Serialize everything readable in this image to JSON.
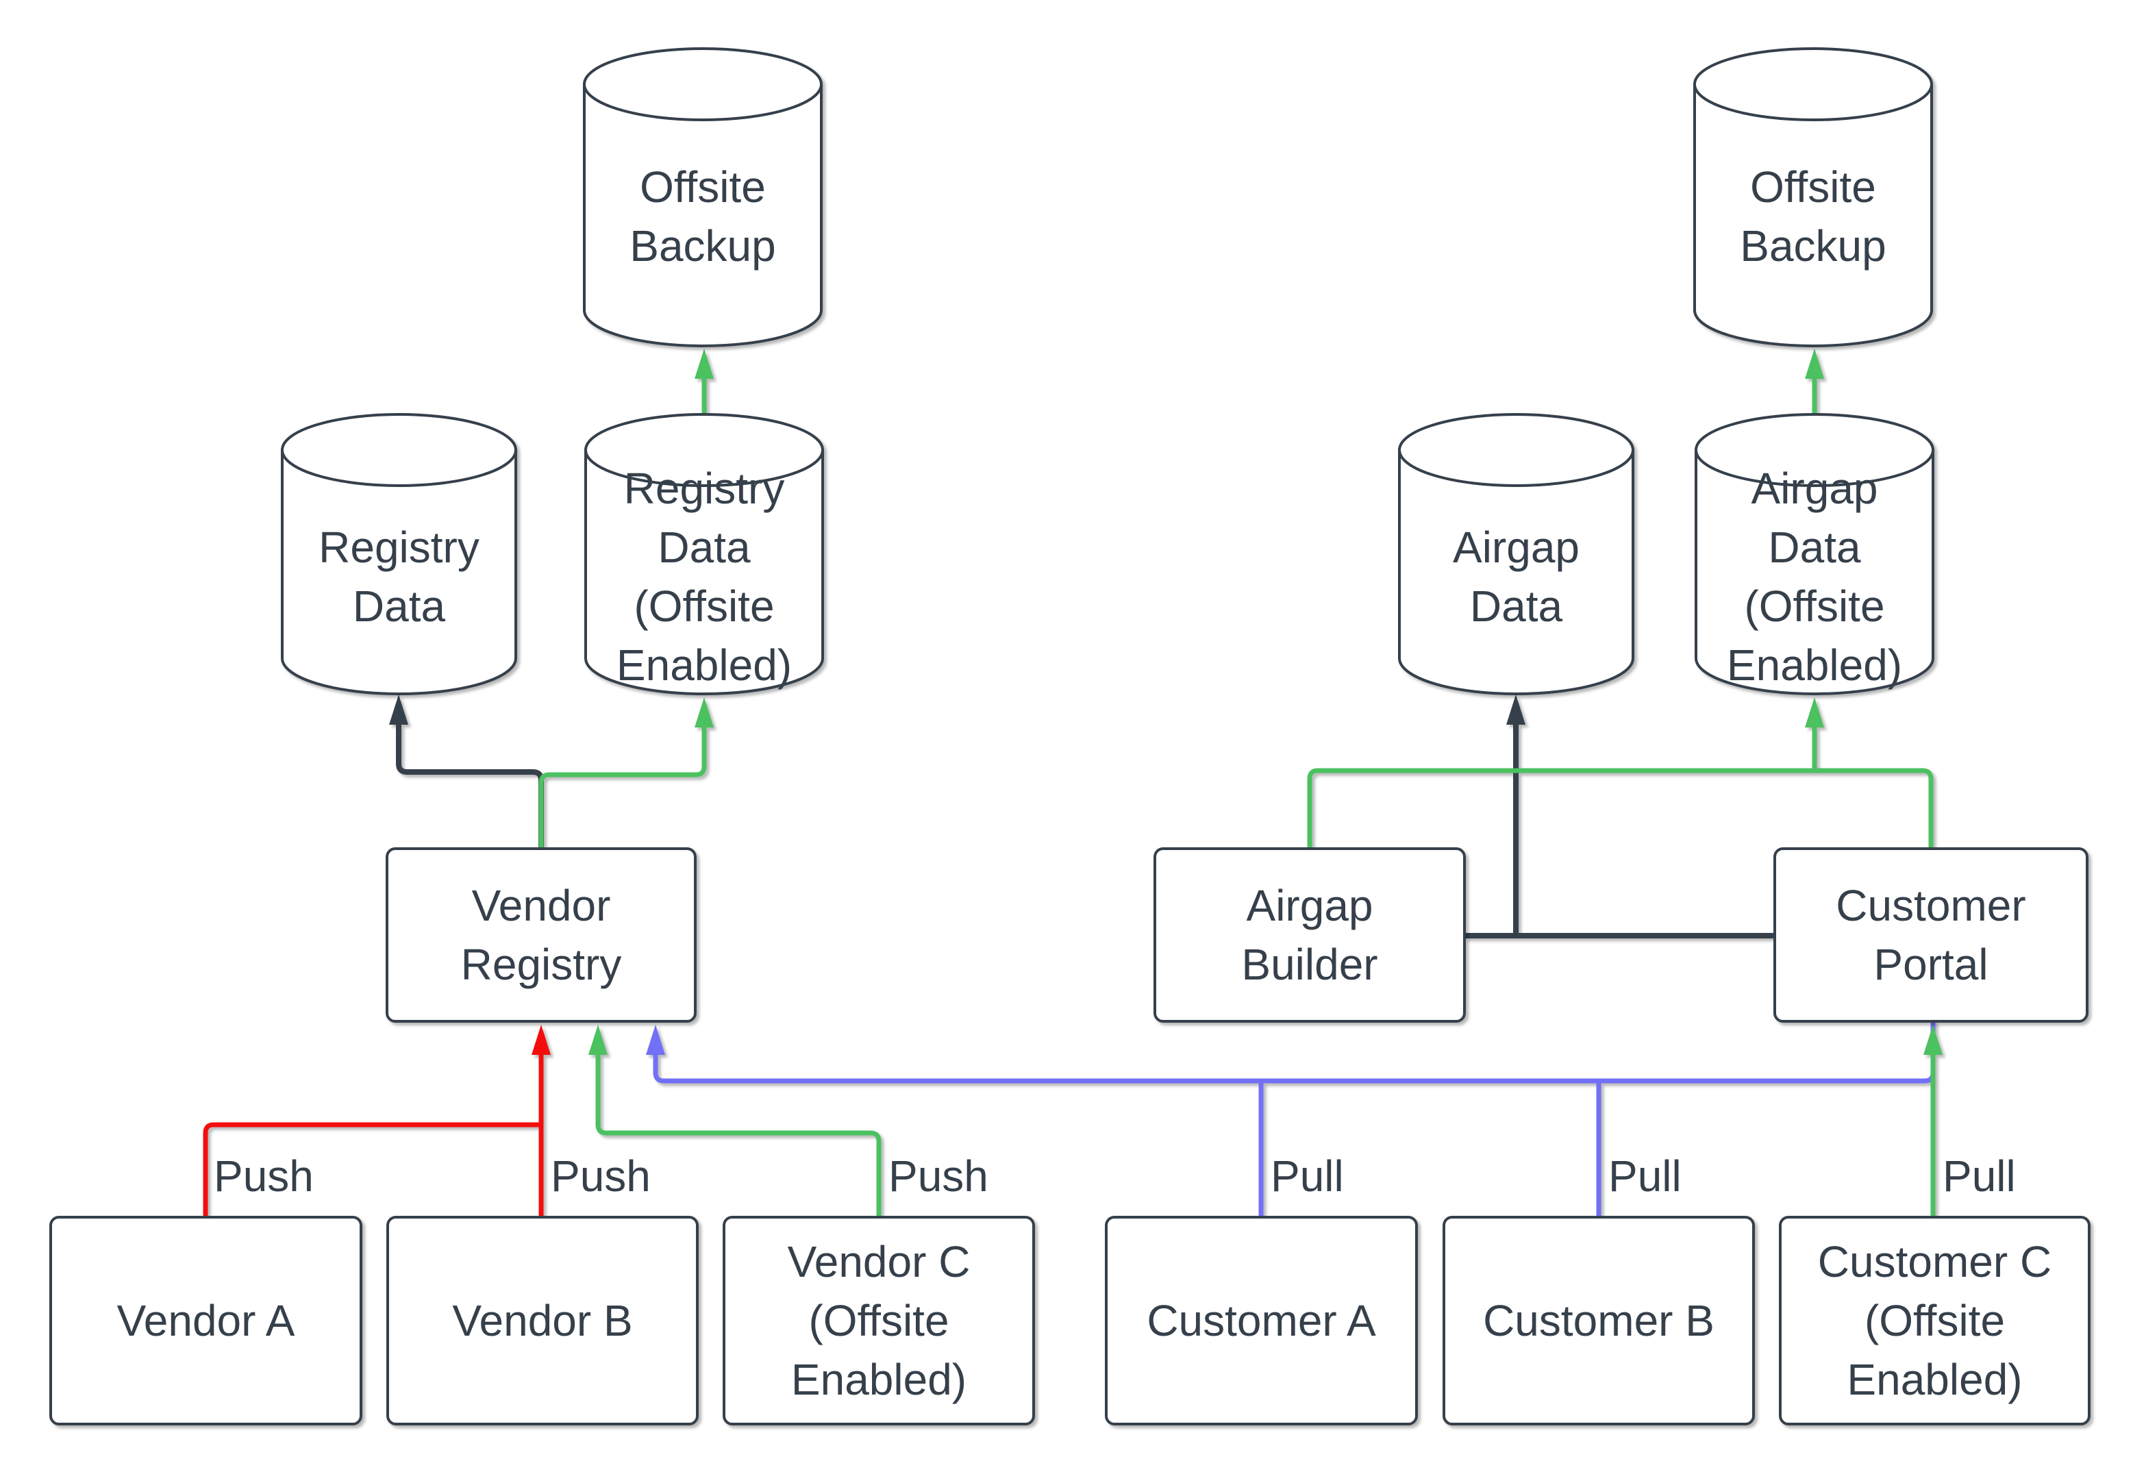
{
  "colors": {
    "dark": "#36404B",
    "red": "#F40C0C",
    "green": "#4CC160",
    "blue": "#7270F7",
    "text": "#36404B",
    "fill": "#FFFFFF",
    "background": "#FFFFFF"
  },
  "nodes": {
    "offsite_backup_left": {
      "label": "Offsite\nBackup",
      "type": "cylinder"
    },
    "registry_data": {
      "label": "Registry\nData",
      "type": "cylinder"
    },
    "registry_data_offsite": {
      "label": "Registry\nData\n(Offsite\nEnabled)",
      "type": "cylinder"
    },
    "airgap_data": {
      "label": "Airgap\nData",
      "type": "cylinder"
    },
    "airgap_data_offsite": {
      "label": "Airgap\nData\n(Offsite\nEnabled)",
      "type": "cylinder"
    },
    "offsite_backup_right": {
      "label": "Offsite\nBackup",
      "type": "cylinder"
    },
    "vendor_registry": {
      "label": "Vendor\nRegistry",
      "type": "box"
    },
    "airgap_builder": {
      "label": "Airgap\nBuilder",
      "type": "box"
    },
    "customer_portal": {
      "label": "Customer\nPortal",
      "type": "box"
    },
    "vendor_a": {
      "label": "Vendor A",
      "type": "box"
    },
    "vendor_b": {
      "label": "Vendor B",
      "type": "box"
    },
    "vendor_c": {
      "label": "Vendor C\n(Offsite\nEnabled)",
      "type": "box"
    },
    "customer_a": {
      "label": "Customer A",
      "type": "box"
    },
    "customer_b": {
      "label": "Customer B",
      "type": "box"
    },
    "customer_c": {
      "label": "Customer C\n(Offsite\nEnabled)",
      "type": "box"
    }
  },
  "edge_labels": {
    "push_a": "Push",
    "push_b": "Push",
    "push_c": "Push",
    "pull_a": "Pull",
    "pull_b": "Pull",
    "pull_c": "Pull"
  }
}
